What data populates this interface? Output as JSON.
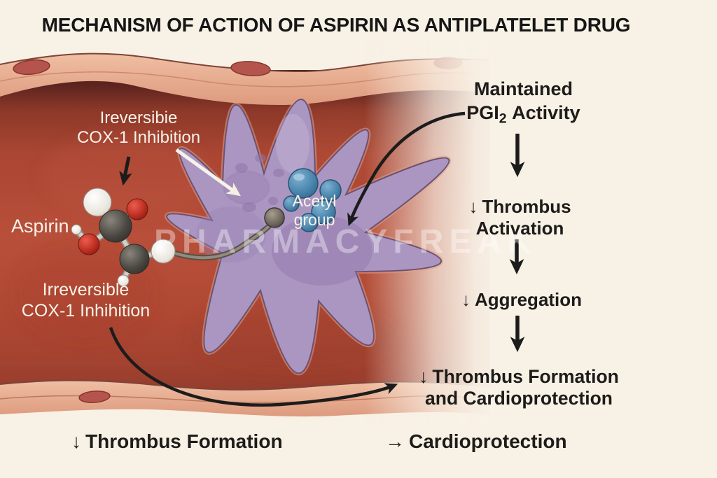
{
  "title": "MECHANISM OF ACTION OF ASPIRIN AS ANTIPLATELET DRUG",
  "watermark": "PHARMACYFREAK",
  "labels": {
    "irreversible_top": {
      "line1": "Ireversibie",
      "line2": "COX-1 Inhibition"
    },
    "aspirin": "Aspirin",
    "irreversible_bottom": {
      "line1": "Irreversible",
      "line2": "COX-1 Inhihition"
    },
    "acetyl": {
      "line1": "Acetyl",
      "line2": "group"
    }
  },
  "flowchart": {
    "maintained": {
      "line1": "Maintained",
      "pgi": "PGI",
      "pgi_sub": "2",
      "activity": "Activity"
    },
    "thrombus_activation": {
      "arrow": "↓",
      "line1": "Thrombus",
      "line2": "Activation"
    },
    "aggregation": {
      "arrow": "↓",
      "label": "Aggregation"
    },
    "thrombus_formation": {
      "arrow": "↓",
      "line1": "Thrombus Formation",
      "line2": "and Cardioprotection"
    }
  },
  "footer": {
    "left": {
      "arrow": "↓",
      "label": "Thrombus Formation"
    },
    "right": {
      "arrow": "→",
      "label": "Cardioprotection"
    }
  },
  "colors": {
    "background": "#f8f1e6",
    "lumen_red": "#b54c38",
    "wall_salmon": "#e7a78c",
    "wall_outline": "#7d4437",
    "platelet_purple": "#ab96c2",
    "platelet_outline": "#6a5273",
    "acetyl_blue": "#4a86ae",
    "carbon_gray": "#4a4742",
    "oxygen_red": "#c0392b",
    "hydrogen_white": "#efece4",
    "arrow_black": "#1c1c1c",
    "label_white": "#f7f2e8"
  }
}
